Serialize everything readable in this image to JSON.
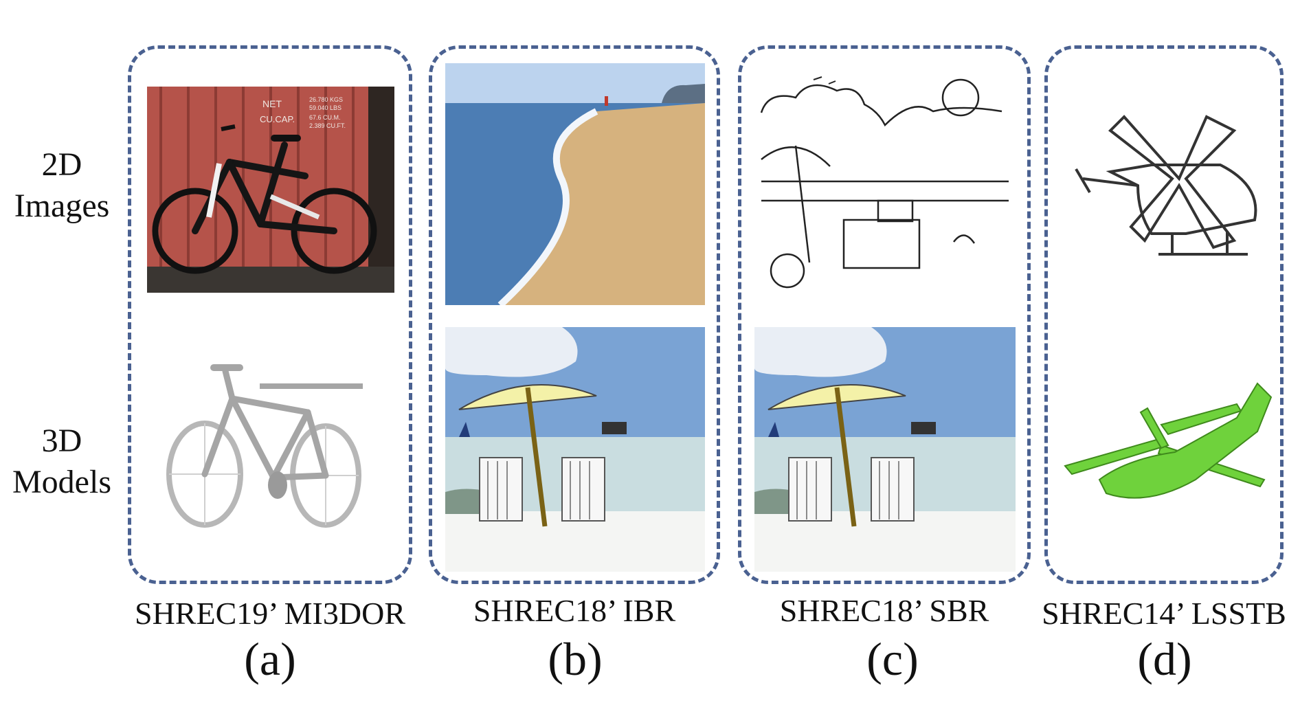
{
  "row_labels": {
    "images": [
      "2D",
      "Images"
    ],
    "models": [
      "3D",
      "Models"
    ]
  },
  "panels": [
    {
      "caption": "SHREC19’ MI3DOR",
      "letter": "(a)"
    },
    {
      "caption": "SHREC18’ IBR",
      "letter": "(b)"
    },
    {
      "caption": "SHREC18’ SBR",
      "letter": "(c)"
    },
    {
      "caption": "SHREC14’ LSSTB",
      "letter": "(d)"
    }
  ],
  "colors": {
    "dashed_border": "#4a6191",
    "container": "#b5534a",
    "sky": "#8fb3dc",
    "sea": "#4c7db4",
    "sand": "#d6b27e",
    "helicopter_model": "#6fd23c"
  },
  "container_text": [
    "NET",
    "CU.CAP.",
    "26.780 KGS",
    "59.040 LBS",
    "67.6 CU.M.",
    "2.389 CU.FT."
  ]
}
